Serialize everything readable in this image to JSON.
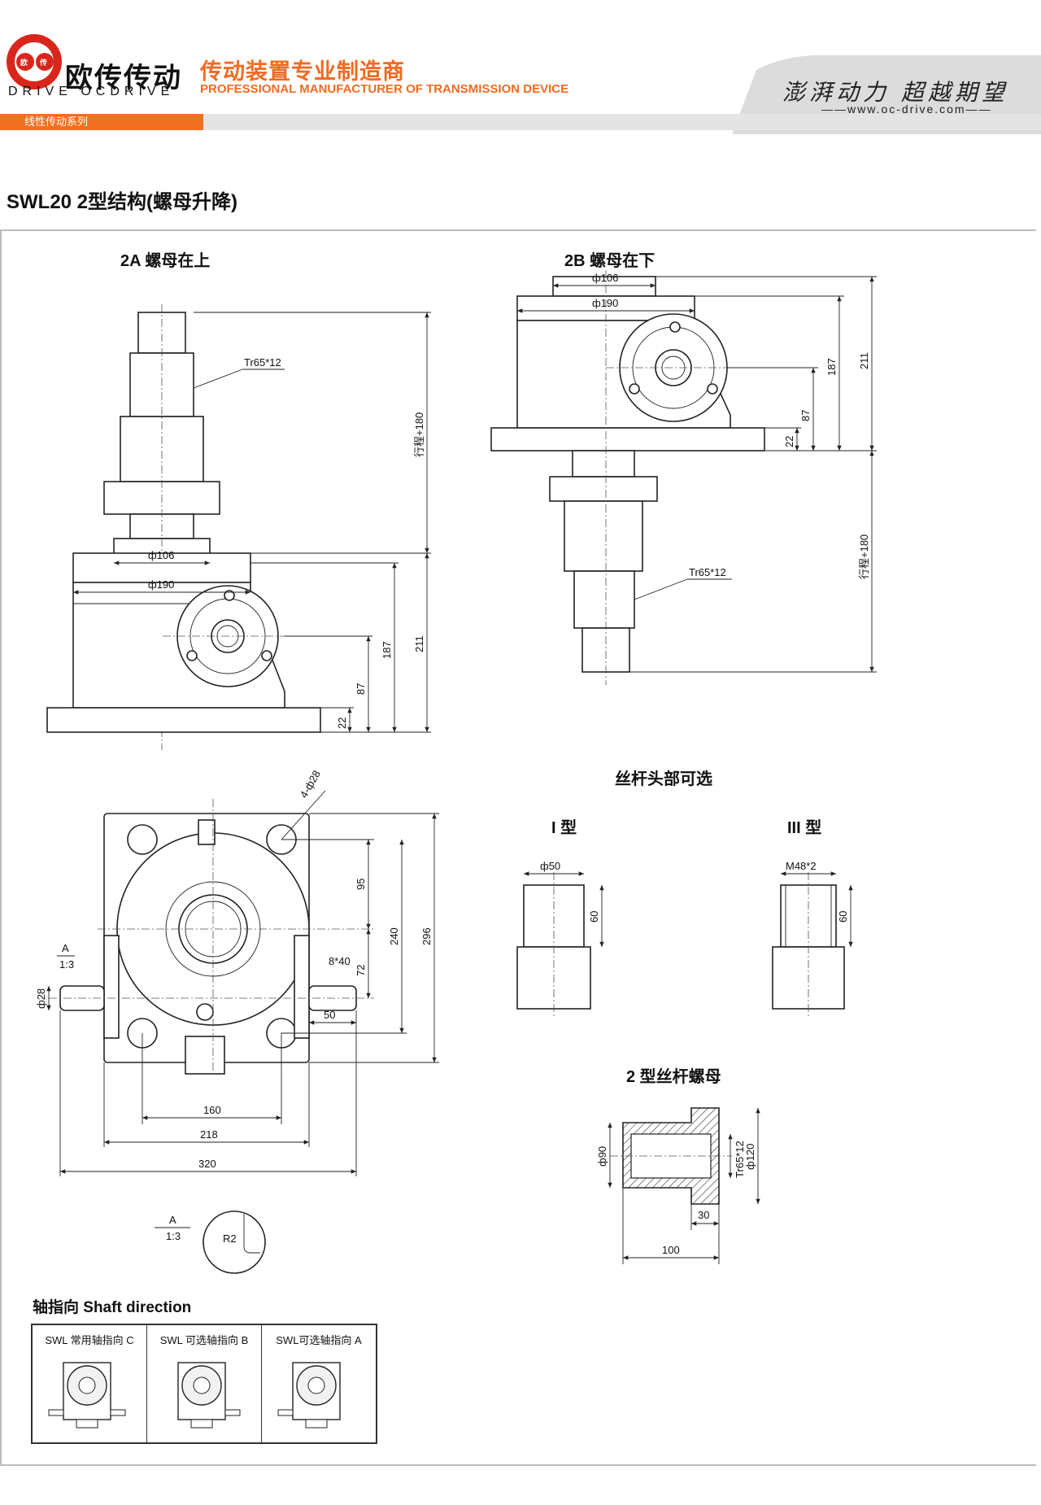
{
  "header": {
    "brand_cn": "欧传传动",
    "brand_en": "DRIVE OCDRIVE",
    "logo_chars": [
      "欧",
      "传"
    ],
    "tagline_cn": "传动装置专业制造商",
    "tagline_en": "PROFESSIONAL MANUFACTURER OF TRANSMISSION DEVICE",
    "slogan": "澎湃动力 超越期望",
    "website": "www.oc-drive.com",
    "series_tab": "线性传动系列",
    "accent_color": "#f26a21"
  },
  "page_title": "SWL20  2型结构(螺母升降)",
  "views": {
    "view_2a": {
      "title": "2A 螺母在上",
      "thread": "Tr65*12",
      "d106": "ф106",
      "d190": "ф190",
      "stroke": "行程+180",
      "dim_211": "211",
      "dim_187": "187",
      "dim_87": "87",
      "dim_22": "22"
    },
    "view_2b": {
      "title": "2B 螺母在下",
      "thread": "Tr65*12",
      "d106": "ф106",
      "d190": "ф190",
      "stroke": "行程+180",
      "dim_211": "211",
      "dim_187": "187",
      "dim_87": "87",
      "dim_22": "22"
    },
    "plan": {
      "holes": "4-ф28",
      "key": "8*40",
      "dim_95": "95",
      "dim_240": "240",
      "dim_296": "296",
      "dim_72": "72",
      "dim_50": "50",
      "shaft_dia": "ф28",
      "dim_160": "160",
      "dim_218": "218",
      "dim_320": "320",
      "detail_ref": "A",
      "detail_scale": "1:3"
    },
    "detail_a": {
      "ref": "A",
      "scale": "1:3",
      "radius": "R2"
    },
    "screw_heads": {
      "title": "丝杆头部可选",
      "type1": {
        "title": "I 型",
        "dia": "ф50",
        "length": "60"
      },
      "type3": {
        "title": "III 型",
        "thread": "M48*2",
        "length": "60"
      }
    },
    "nut": {
      "title": "2 型丝杆螺母",
      "d90": "ф90",
      "thread": "Tr65*12",
      "d120": "ф120",
      "dim_30": "30",
      "dim_100": "100"
    }
  },
  "shaft_direction": {
    "title": "轴指向  Shaft direction",
    "options": [
      {
        "label": "SWL 常用轴指向 C"
      },
      {
        "label": "SWL 可选轴指向 B"
      },
      {
        "label": "SWL可选轴指向 A"
      }
    ]
  }
}
